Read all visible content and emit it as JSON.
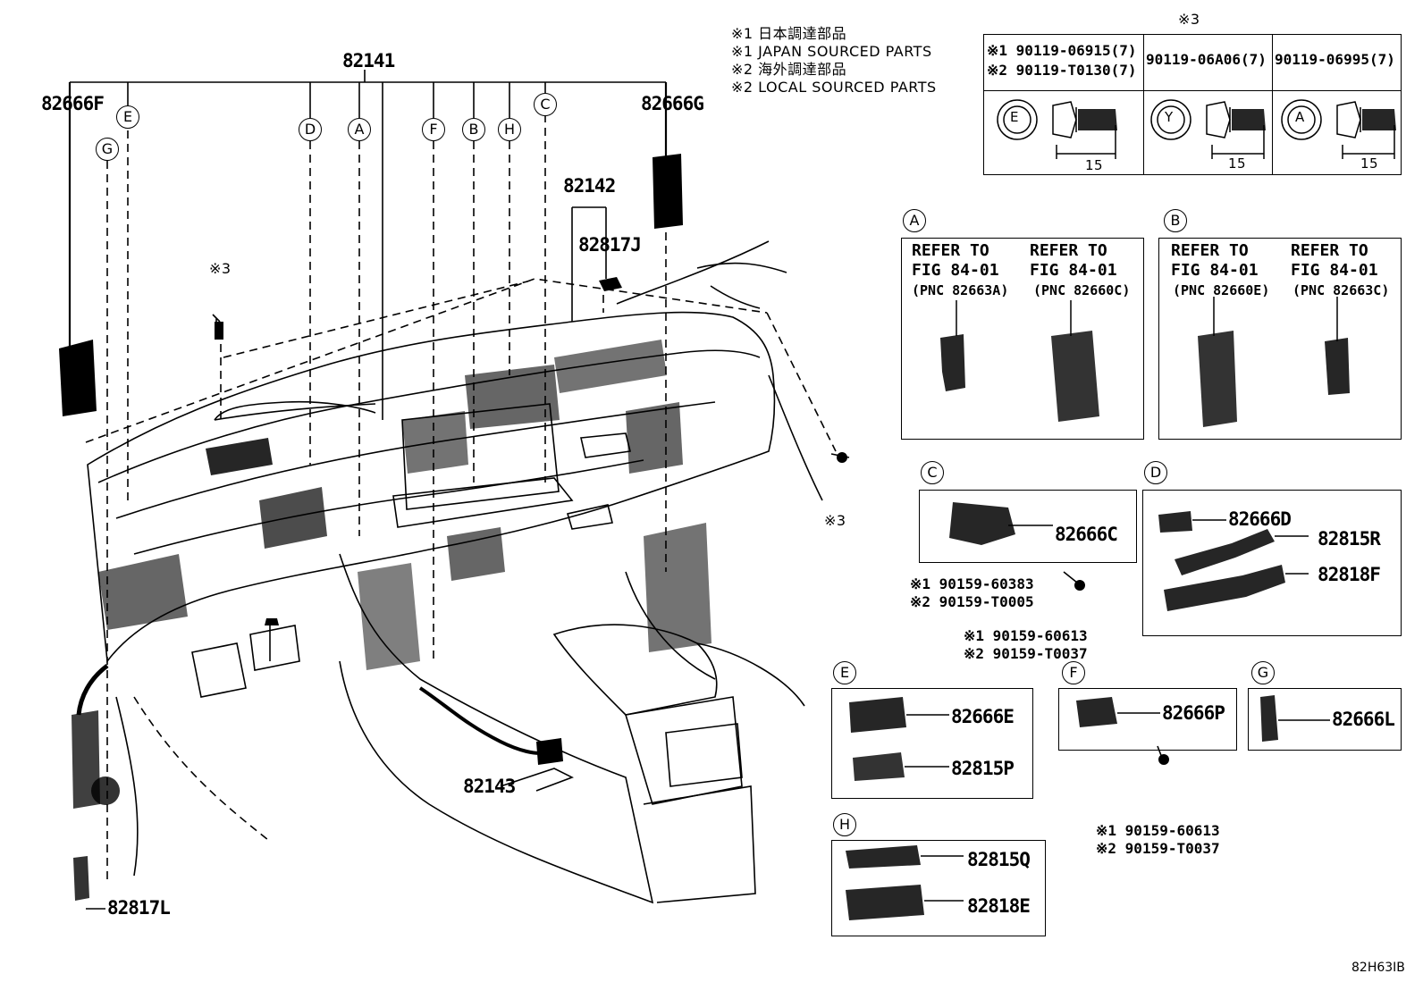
{
  "notes": {
    "n1_jp": "※1 日本調達部品",
    "n1_en": "※1 JAPAN SOURCED PARTS",
    "n2_jp": "※2 海外調達部品",
    "n2_en": "※2 LOCAL SOURCED PARTS"
  },
  "bolt_table": {
    "header_mark": "※3",
    "col1_line1": "※1 90119-06915(7)",
    "col1_line2": "※2 90119-T0130(7)",
    "col2": "90119-06A06(7)",
    "col3": "90119-06995(7)",
    "head_marks": [
      "E",
      "Y",
      "A"
    ],
    "length": "15"
  },
  "main": {
    "p82141": "82141",
    "p82666F": "82666F",
    "p82666G": "82666G",
    "p82142": "82142",
    "p82817J": "82817J",
    "p82143": "82143",
    "p82817L": "82817L",
    "mark3_left": "※3",
    "mark3_right": "※3",
    "letters": [
      "E",
      "G",
      "D",
      "A",
      "F",
      "B",
      "H",
      "C"
    ]
  },
  "detail_A": {
    "letter": "A",
    "refer1": "REFER TO",
    "fig1": "FIG 84-01",
    "pnc1": "(PNC 82663A)",
    "refer2": "REFER TO",
    "fig2": "FIG 84-01",
    "pnc2": "(PNC 82660C)"
  },
  "detail_B": {
    "letter": "B",
    "refer1": "REFER TO",
    "fig1": "FIG 84-01",
    "pnc1": "(PNC 82660E)",
    "refer2": "REFER TO",
    "fig2": "FIG 84-01",
    "pnc2": "(PNC 82663C)"
  },
  "detail_C": {
    "letter": "C",
    "part": "82666C",
    "bolt1": "※1 90159-60383",
    "bolt2": "※2 90159-T0005"
  },
  "detail_D": {
    "letter": "D",
    "part1": "82666D",
    "part2": "82815R",
    "part3": "82818F"
  },
  "detail_E": {
    "letter": "E",
    "bolt1": "※1 90159-60613",
    "bolt2": "※2 90159-T0037",
    "part1": "82666E",
    "part2": "82815P"
  },
  "detail_F": {
    "letter": "F",
    "part": "82666P",
    "bolt1": "※1 90159-60613",
    "bolt2": "※2 90159-T0037"
  },
  "detail_G": {
    "letter": "G",
    "part": "82666L"
  },
  "detail_H": {
    "letter": "H",
    "part1": "82815Q",
    "part2": "82818E"
  },
  "figure_id": "82H63IB"
}
